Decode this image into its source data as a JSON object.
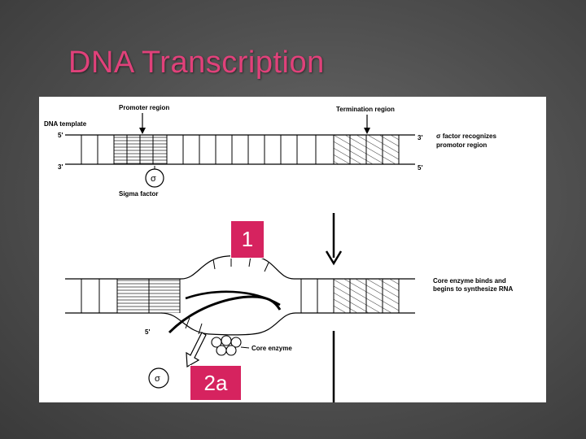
{
  "slide": {
    "title": "DNA Transcription"
  },
  "diagram": {
    "dna_template_label": "DNA template",
    "promoter_label": "Promoter region",
    "termination_label": "Termination region",
    "top_left_5": "5'",
    "top_right_3": "3'",
    "bottom_left_3": "3'",
    "bottom_right_5": "5'",
    "sigma_symbol": "σ",
    "sigma_factor_label": "Sigma factor",
    "step1_note_line1": "σ factor recognizes",
    "step1_note_line2": "promotor region",
    "step2_note_line1": "Core enzyme binds and",
    "step2_note_line2": "begins to synthesize RNA",
    "rna_5_label": "5'",
    "core_enzyme_label": "Core enzyme",
    "released_sigma_symbol": "σ"
  },
  "badges": {
    "step1": "1",
    "step2a": "2a"
  },
  "colors": {
    "title": "#e0417a",
    "badge": "#d6235f"
  }
}
